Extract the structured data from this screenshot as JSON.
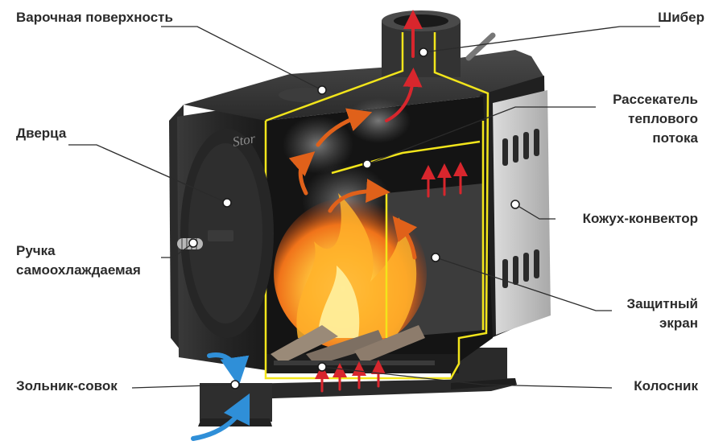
{
  "labels": {
    "cooking_surface": "Варочная поверхность",
    "damper": "Шибер",
    "deflector_line1": "Рассекатель",
    "deflector_line2": "теплового",
    "deflector_line3": "потока",
    "door": "Дверца",
    "convector_casing": "Кожух-конвектор",
    "handle_line1": "Ручка",
    "handle_line2": "самоохлаждаемая",
    "protective_screen_line1": "Защитный",
    "protective_screen_line2": "экран",
    "ash_pan": "Зольник-совок",
    "grate": "Колосник"
  },
  "brand_text": "Stor",
  "colors": {
    "body": "#2c2c2c",
    "body_dark": "#1c1c1c",
    "outline": "#f2e51b",
    "casing": "#c6c6c6",
    "hot_arrow": "#e0611a",
    "red_arrow": "#d8262d",
    "blue_arrow": "#2f8fd8",
    "label_text": "#2b2b2b",
    "leader_line": "#2b2b2b"
  }
}
